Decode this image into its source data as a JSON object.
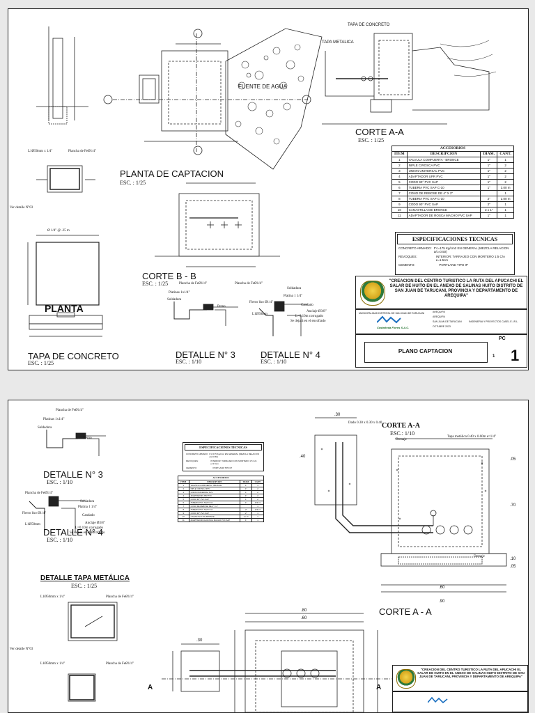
{
  "sheet1": {
    "planta_captacion": {
      "title": "PLANTA DE CAPTACION",
      "scale": "ESC. : 1/25",
      "fuente": "FUENTE DE AGUA"
    },
    "corte_aa": {
      "title": "CORTE A-A",
      "scale": "ESC. : 1/25",
      "tapa_concreto": "TAPA DE CONCRETO",
      "tapa_metalica": "TAPA METALICA"
    },
    "corte_bb": {
      "title": "CORTE B - B",
      "scale": "ESC. : 1/25"
    },
    "planta": {
      "title": "PLANTA",
      "rebar": "Ø 1/4\" @ .25 m"
    },
    "tapa_concreto": {
      "title": "TAPA DE CONCRETO",
      "scale": "ESC. : 1/25"
    },
    "detalle_tapa": {
      "label_l": "L1Ø50mm x 1/4\"",
      "label_p": "Plancha de FeØ1/4\"",
      "ver": "Ver detalle N°03"
    },
    "detalle3": {
      "title": "DETALLE N° 3",
      "scale": "ESC. : 1/10",
      "plancha": "Plancha de FeØ1/4\"",
      "platina": "Platinas 1x1/4\"",
      "soldadura": "Soldadura",
      "perno": "Perno"
    },
    "detalle4": {
      "title": "DETALLE N° 4",
      "scale": "ESC. : 1/10",
      "plancha": "Plancha de FeØ1/4\"",
      "soldadura": "Soldadura",
      "platina": "Platina 1 1/4\"",
      "fierro": "Fierro liso Ø1/4\"",
      "candado": "Candado",
      "anclaje": "Anclaje Ø3/8\"",
      "l": "L=0.10m corrugado",
      "se": "Se dejará en el encofrado",
      "l15": "L1Ø50mm"
    },
    "accesorios": {
      "title": "ACCESORIOS",
      "headers": [
        "ITEM",
        "DESCRIPCIÓN",
        "DIAM.",
        "CANT."
      ],
      "rows": [
        [
          "1",
          "VALVULA COMPUERTA - BRONCE",
          "1\"",
          "1"
        ],
        [
          "2",
          "NIPLE C/ROSCA PVC",
          "1\"",
          "2"
        ],
        [
          "3",
          "UNION UNIVERSAL PVC",
          "1\"",
          "2"
        ],
        [
          "4",
          "ADAPTADOR UPR PVC",
          "1\"",
          "2"
        ],
        [
          "5",
          "CODO 90° PVC SAP",
          "1\"",
          "2"
        ],
        [
          "6",
          "TUBERIA PVC SAP C-10",
          "1\"",
          "3.00 m"
        ],
        [
          "7",
          "CONO DE REBOSE DE 4\" X 2\"",
          "",
          "1"
        ],
        [
          "8",
          "TUBERIA PVC SAP C-10",
          "2\"",
          "2.00 m"
        ],
        [
          "9",
          "CODO 90° PVC SAP",
          "2\"",
          "1"
        ],
        [
          "10",
          "CANASTILLA DE BRONCE",
          "2 x 1\"",
          "1"
        ],
        [
          "11",
          "ADAPTADOR DE ROSCA MACHO PVC SAP",
          "1\"",
          "1"
        ]
      ]
    },
    "especificaciones": {
      "title": "ESPECIFICACIONES TECNICAS",
      "rows": [
        [
          "CONCRETO ARMADO:",
          "F'c=175 Kg/cm2 EN GENERAL (MEZCLA RELACION a/c=0.50)"
        ],
        [
          "REVOQUES:",
          "INTERIOR: TARRAJEO CON MORTERO 1:5 C/A e=1.5cm"
        ],
        [
          "CEMENTO:",
          "PORTLAND TIPO IP"
        ]
      ]
    },
    "title_block": {
      "project": "\"CREACION DEL CENTRO TURISTICO LA RUTA DEL APUCACHI EL SALAR DE HUITO EN EL ANEXO DE SALINAS HUITO DISTRITO DE SAN JUAN DE TARUCANI, PROVINCIA Y DEPARTAMENTO DE AREQUIPA\"",
      "plano": "PLANO CAPTACION",
      "code": "PC",
      "sheet_small": "1",
      "sheet_big": "1",
      "empresa": "Castañeda Flores S.A.C.",
      "consultor": "INGENIERIA Y PROYECTOS CASEL E.I.R.L.",
      "info1": "AREQUIPA",
      "info2": "AREQUIPA",
      "info3": "SAN JUAN DE TARUCANI",
      "info4": "OCTUBRE 2023",
      "ubicacion": "MUNICIPALIDAD DISTRITAL DE SAN JUAN DE TARUCANI"
    }
  },
  "sheet2": {
    "detalle3": {
      "title": "DETALLE N° 3",
      "scale": "ESC. : 1/10",
      "plancha": "Plancha de FeØ1/4\"",
      "platina": "Platinas 1x1/4\"",
      "soldadura": "Soldadura",
      "perno": "Perno"
    },
    "detalle4": {
      "title": "DETALLE N° 4",
      "scale": "ESC. : 1/10",
      "plancha": "Plancha de FeØ1/4\"",
      "soldadura": "Soldadura",
      "platina": "Platina 1 1/4\"",
      "fierro": "Fierro liso Ø1/4\"",
      "candado": "Candado",
      "anclaje": "Anclaje Ø3/8\"",
      "l": "L=0.10m corrugado",
      "se": "Se dejará en el encofrado",
      "l15": "L1Ø50mm"
    },
    "detalle_tapa_metalica": {
      "title": "DETALLE TAPA METÁLICA",
      "scale": "ESC. : 1/25",
      "l1": "L1Ø50mm x 1/4\"",
      "pl": "Plancha de FeØ1/4\"",
      "ver": "Ver detalle N°03"
    },
    "corte_aa": {
      "title": "CORTE A-A",
      "scale": "ESC.: 1/10",
      "dren": "Drenaje",
      "tapa": "Tapa metálica 0.40 x 0.60m e=1/4\"",
      "dado": "Dado 0.30 x 0.30 x 0.40",
      "drenaje2": "Drenaje"
    },
    "corte_aa2": {
      "title": "CORTE A - A"
    },
    "dims": {
      "d30": ".30",
      "d40": ".40",
      "d05a": ".05",
      "d70": ".70",
      "d10": ".10",
      "d05b": ".05",
      "d60": ".60",
      "d90": ".90",
      "d80": ".80",
      "d60b": ".60",
      "d30b": ".30"
    },
    "section_marker": "A",
    "title_block": {
      "project": "\"CREACION DEL CENTRO TURISTICO LA RUTA DEL APUCACHI EL SALAR DE HUITO EN EL ANEXO DE SALINAS HUITO DISTRITO DE SAN JUAN DE TARUCANI, PROVINCIA Y DEPARTAMENTO DE AREQUIPA\""
    }
  }
}
